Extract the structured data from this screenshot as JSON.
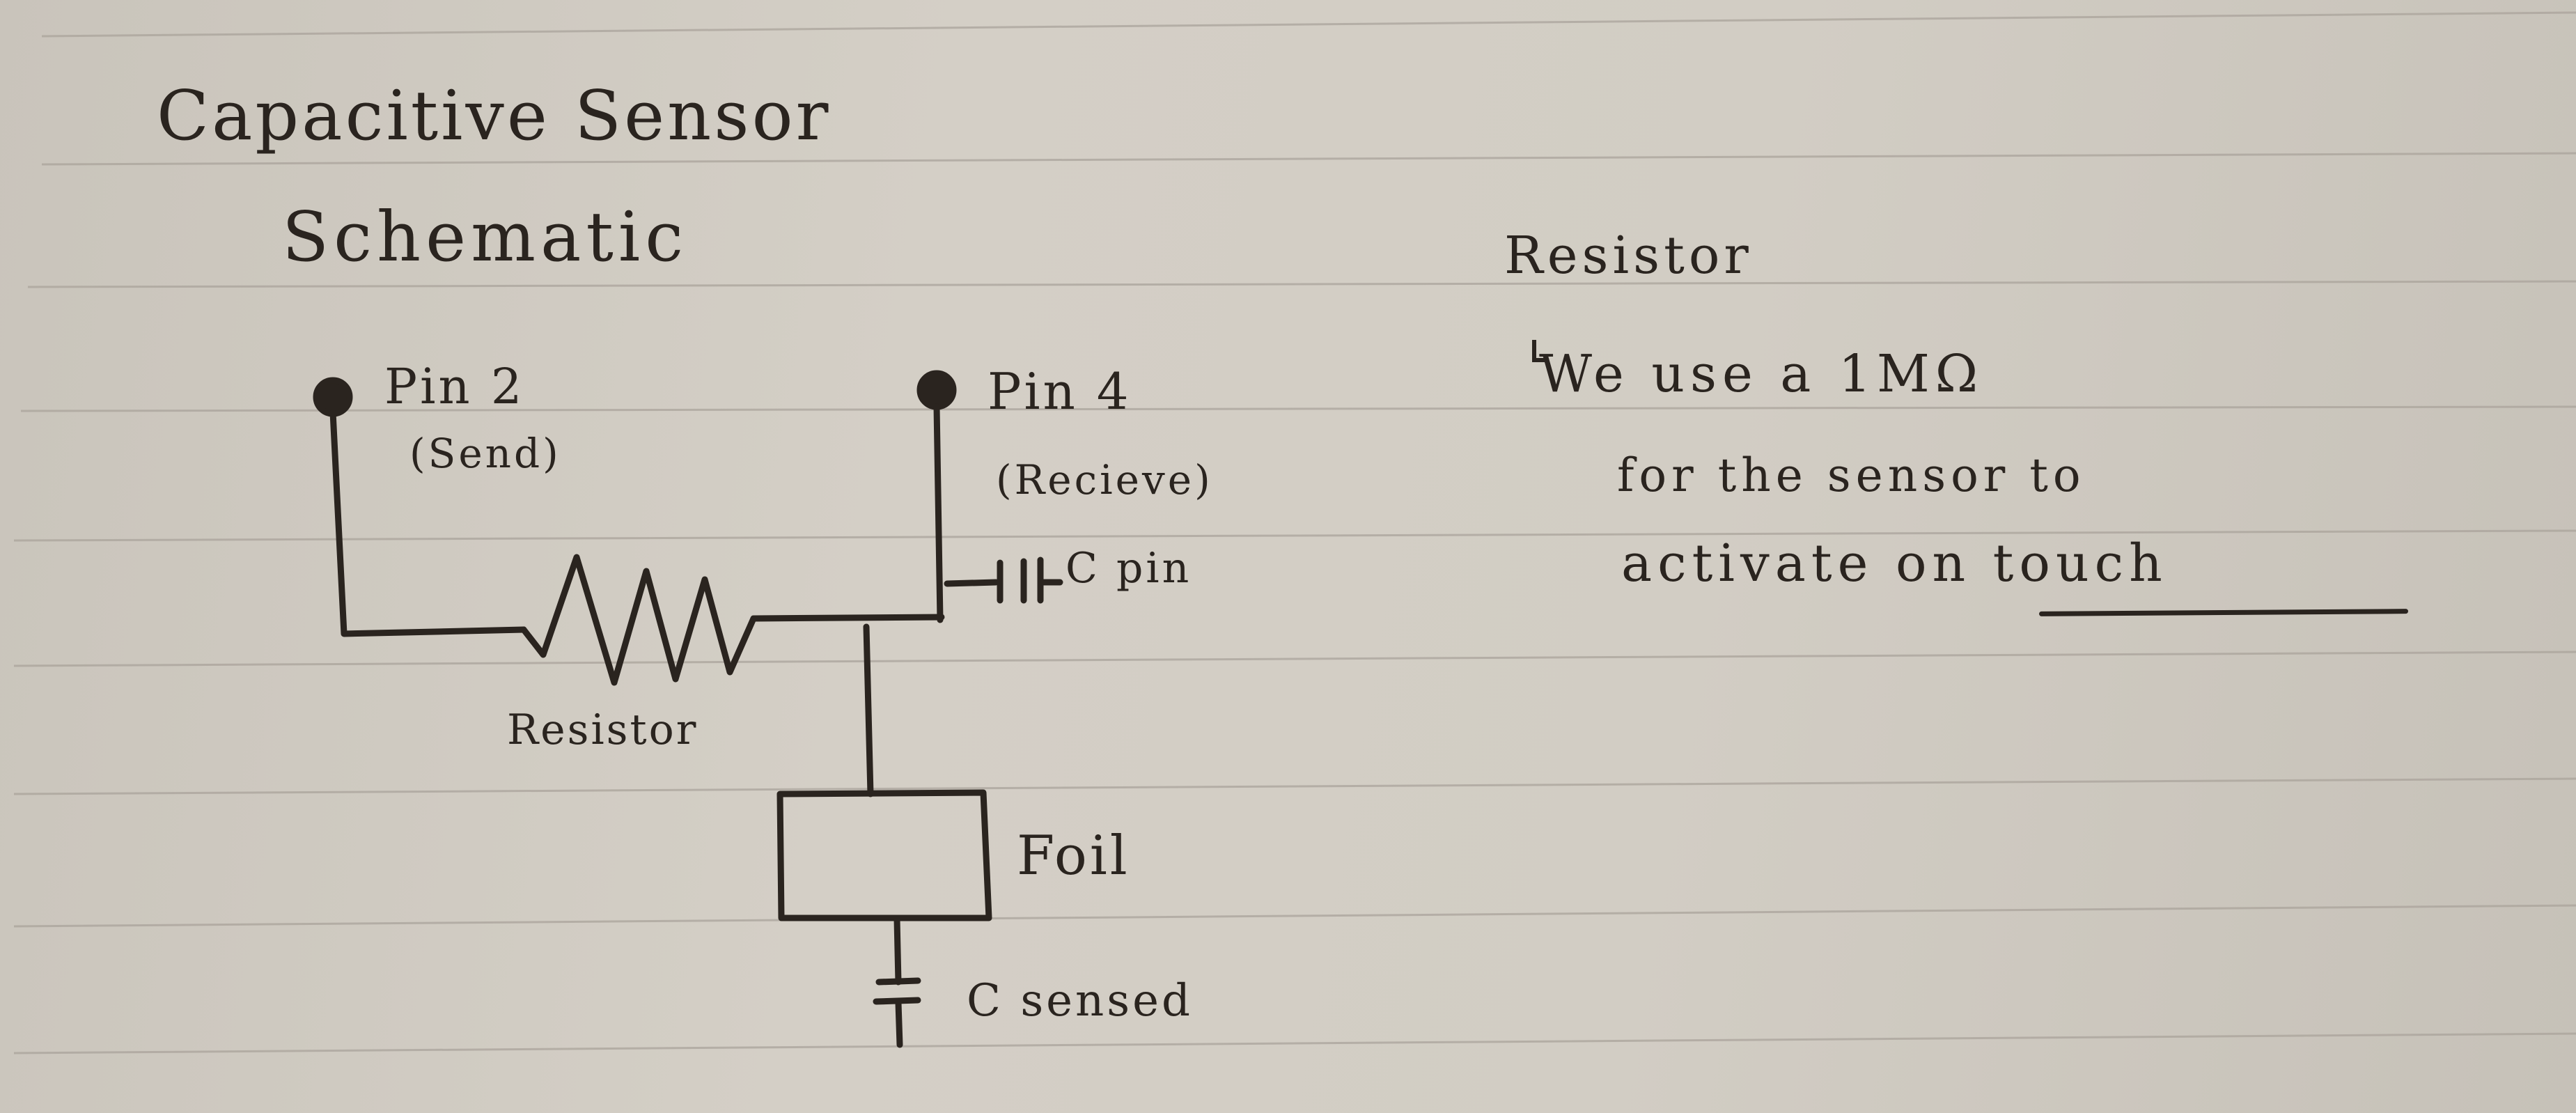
{
  "schematic": {
    "title_line1": "Capacitive Sensor",
    "title_line2": "Schematic",
    "pin2_label": "Pin 2",
    "pin2_role": "(Send)",
    "pin4_label": "Pin 4",
    "pin4_role": "(Recieve)",
    "cpin_label": "C pin",
    "resistor_label": "Resistor",
    "foil_label": "Foil",
    "csensed_label": "C sensed"
  },
  "notes": {
    "title": "Resistor",
    "line1": "We use a 1MΩ",
    "line2": "for the sensor to",
    "line3": "activate on touch"
  },
  "colors": {
    "ink": "#2a241f",
    "paper": "#d2cdc4",
    "rule_line": "#a9a39b"
  }
}
